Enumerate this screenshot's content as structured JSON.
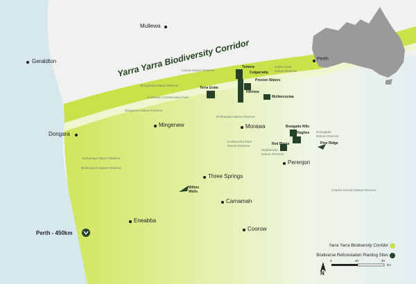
{
  "corridor_label": "Yarra Yarra Biodiversity Corridor",
  "towns": {
    "mullewa": "Mullewa",
    "geraldton": "Geraldton",
    "perth_top": "Perth",
    "dongara": "Dongara",
    "mingenew": "Mingenew",
    "morawa": "Morawa",
    "perenjori": "Perenjori",
    "three_springs": "Three Springs",
    "carnamah": "Carnamah",
    "eneabba": "Eneabba",
    "coorow": "Coorow",
    "perth_distance": "Perth - 450km"
  },
  "reserves": {
    "gutha_soak": "Gutha Soak\nNature Reserve",
    "canna": "Canna Nature Reserve",
    "wongoody": "Wongoody Nature Reserve",
    "coalseam": "Coalseam Conservation Park",
    "mingenew": "Mingenew Nature Reserve",
    "pintharuka": "Pintharuka Nature Reserve",
    "koolanooka": "Koolanooka Dam\nNature Reserve",
    "wedbandra": "Wedbandra\nNature Reserve",
    "ningarup": "Dowsgada\nNature Reserve",
    "yardanogo": "Yardanogo Nature Reserve",
    "beekeepers": "Beekeepers Nature Reserve",
    "charles_darwin": "Charles Darwin Nature Reserve"
  },
  "sites": {
    "tomora": "Tomora",
    "culgarrabi": "Culgarratta",
    "preston_waters": "Preston Waters",
    "terra_grata": "Terra Grata",
    "hillview": "Hillview",
    "mullancoolaa": "Mullancoolaa",
    "bowgada_hills": "Bowgada Hills",
    "hughes": "Hughes",
    "red_plains": "Red Plains",
    "pine_ridge": "Pine Ridge",
    "wilton_wells": "Wilton\nWells"
  },
  "legend": {
    "corridor": "Yarra Yarra Biodiversity Corridor",
    "sites": "Biodiverse Reforestation Planting Sites"
  },
  "scale": {
    "zero": "0",
    "mid": "20",
    "end": "40",
    "unit": "km"
  },
  "north_label": "N",
  "colors": {
    "ocean": "#d8e8ef",
    "land": "#f2f2f2",
    "corridor": "#c5e04a",
    "corridor_edge": "#e9f3c4",
    "site": "#26402a",
    "australia": "#9a9a9a"
  },
  "icons": {
    "perth_arrow": "chevron-down-icon",
    "north_arrow": "north-arrow-icon"
  }
}
